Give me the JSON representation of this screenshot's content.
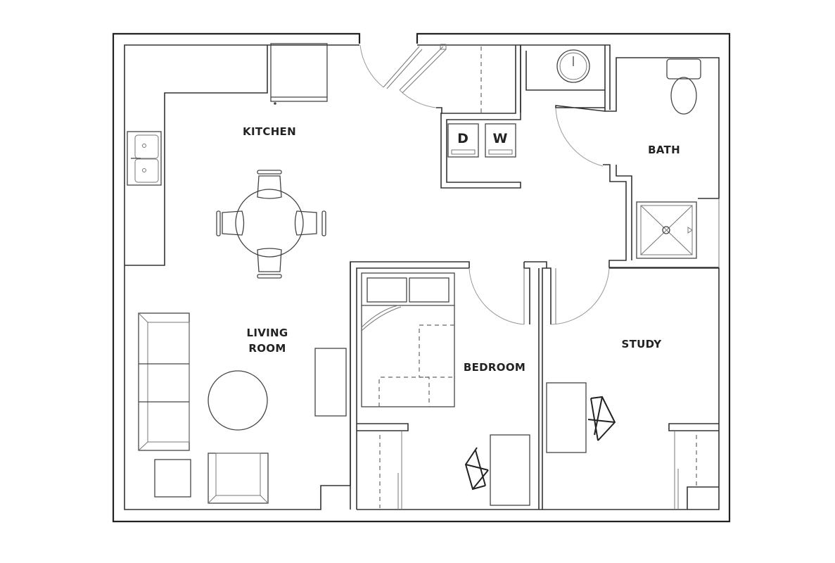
{
  "plan": {
    "rooms": [
      {
        "id": "kitchen",
        "label": "KITCHEN"
      },
      {
        "id": "living",
        "label_line1": "LIVING",
        "label_line2": "ROOM"
      },
      {
        "id": "bedroom",
        "label": "BEDROOM"
      },
      {
        "id": "study",
        "label": "STUDY"
      },
      {
        "id": "bath",
        "label": "BATH"
      }
    ],
    "appliances": {
      "dryer": "D",
      "washer": "W"
    },
    "colors": {
      "wall": "#222222",
      "background": "#ffffff"
    }
  }
}
